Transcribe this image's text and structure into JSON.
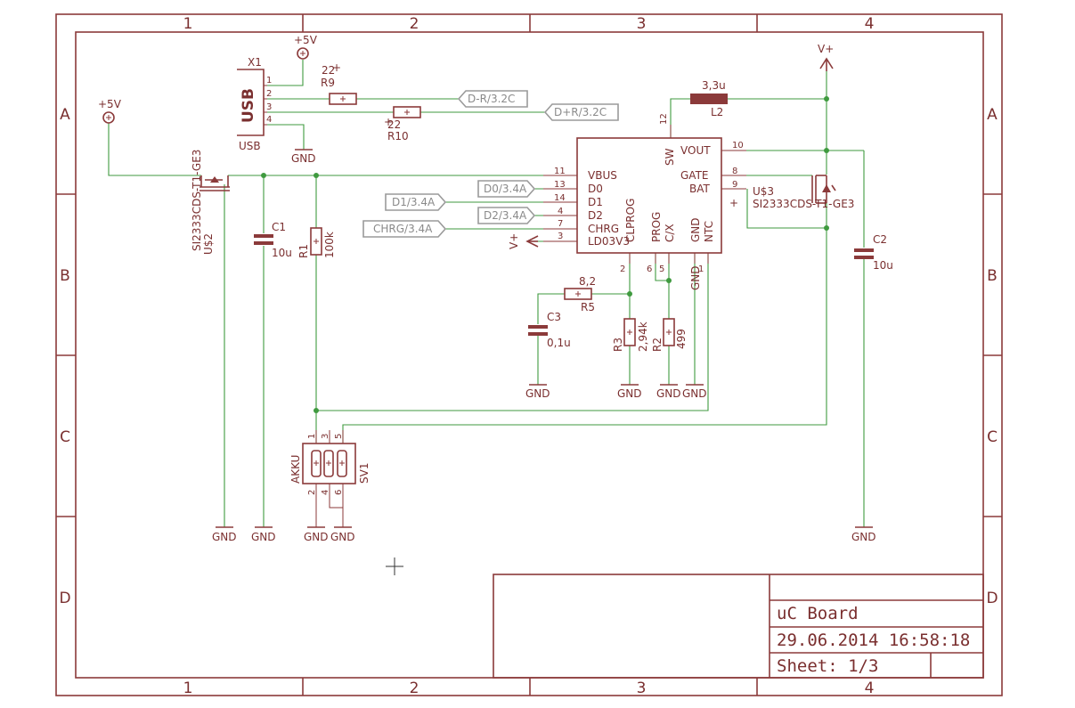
{
  "frame": {
    "cols": [
      "1",
      "2",
      "3",
      "4"
    ],
    "rows": [
      "A",
      "B",
      "C",
      "D"
    ]
  },
  "title_block": {
    "board": "uC Board",
    "datetime": "29.06.2014 16:58:18",
    "sheet": "Sheet: 1/3"
  },
  "ic": {
    "name": "LD03V3",
    "pins_left": [
      {
        "num": "11",
        "name": "VBUS"
      },
      {
        "num": "13",
        "name": "D0"
      },
      {
        "num": "14",
        "name": "D1"
      },
      {
        "num": "4",
        "name": "D2"
      },
      {
        "num": "7",
        "name": "CHRG"
      },
      {
        "num": "3",
        "name": ""
      }
    ],
    "pins_right": [
      {
        "num": "10",
        "name": "VOUT"
      },
      {
        "num": "8",
        "name": "GATE"
      },
      {
        "num": "9",
        "name": "BAT"
      }
    ],
    "pins_top": [
      {
        "num": "12",
        "name": "SW"
      }
    ],
    "pins_bottom": [
      {
        "num": "2",
        "name": "CLPROG"
      },
      {
        "num": "6",
        "name": "PROG"
      },
      {
        "num": "5",
        "name": "C/X"
      },
      {
        "num": "",
        "name": "GND"
      },
      {
        "num": "1",
        "name": "NTC"
      }
    ]
  },
  "usb": {
    "name": "X1",
    "label": "USB",
    "sublabel": "USB",
    "pins": [
      "1",
      "2",
      "3",
      "4"
    ]
  },
  "resistors": {
    "r9": {
      "name": "R9",
      "value": "22"
    },
    "r10": {
      "name": "R10",
      "value": "22"
    },
    "r1": {
      "name": "R1",
      "value": "100k"
    },
    "r5": {
      "name": "R5",
      "value": "8,2"
    },
    "r3": {
      "name": "R3",
      "value": "2,94k"
    },
    "r2": {
      "name": "R2",
      "value": "499"
    }
  },
  "capacitors": {
    "c1": {
      "name": "C1",
      "value": "10u"
    },
    "c2": {
      "name": "C2",
      "value": "10u"
    },
    "c3": {
      "name": "C3",
      "value": "0,1u"
    }
  },
  "inductor": {
    "name": "L2",
    "value": "3,3u"
  },
  "mosfets": {
    "u2": {
      "name": "U$2",
      "part": "SI2333CDS-T1-GE3"
    },
    "u3": {
      "name": "U$3",
      "part": "SI2333CDS-T1-GE3"
    }
  },
  "connector": {
    "name": "SV1",
    "label": "AKKU",
    "pins_top": [
      "1",
      "3",
      "5"
    ],
    "pins_bottom": [
      "2",
      "4",
      "6"
    ]
  },
  "ports": {
    "dr": "D-R/3.2C",
    "dpr": "D+R/3.2C",
    "d0": "D0/3.4A",
    "d1": "D1/3.4A",
    "d2": "D2/3.4A",
    "chrg": "CHRG/3.4A"
  },
  "supplies": {
    "p5v_usb": "+5V",
    "p5v_left": "+5V",
    "vplus_top": "V+",
    "vplus_ic": "V+"
  },
  "grounds": {
    "gnd_usb": "GND",
    "gnd_u2": "GND",
    "gnd_c1": "GND",
    "gnd_sv1a": "GND",
    "gnd_sv1b": "GND",
    "gnd_c3": "GND",
    "gnd_r3": "GND",
    "gnd_r2": "GND",
    "gnd_ic": "GND",
    "gnd_c2": "GND"
  },
  "marks": {
    "plus": "+"
  }
}
